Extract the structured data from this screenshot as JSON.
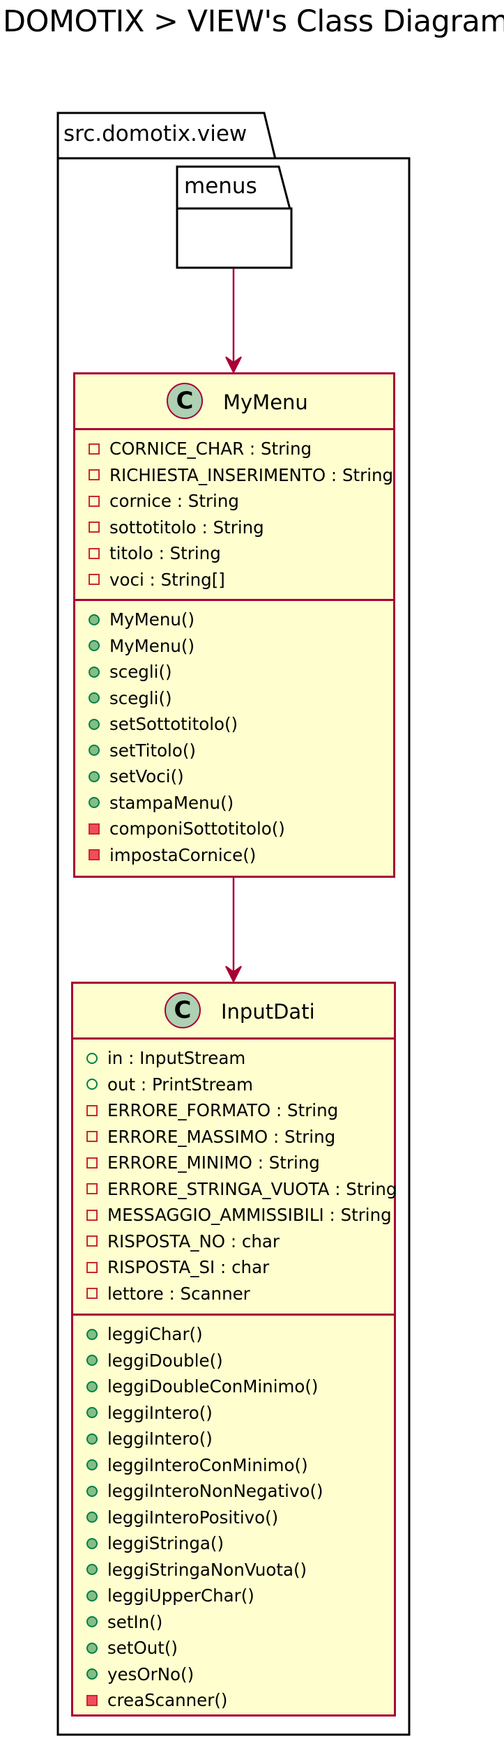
{
  "diagram": {
    "title": "DOMOTIX > VIEW's Class Diagram",
    "outer_package": {
      "name": "src.domotix.view"
    },
    "inner_package": {
      "name": "menus"
    },
    "colors": {
      "class_fill": "#FEFECE",
      "class_border": "#A80036",
      "arrow": "#A80036",
      "badge_fill": "#ADD1B2",
      "private_icon": "#C82930",
      "private_method_fill": "#F24D5C",
      "public_icon": "#038048",
      "public_method_fill": "#84BE84"
    },
    "classes": [
      {
        "name": "MyMenu",
        "badge": "C",
        "attributes": [
          {
            "visibility": "private",
            "text": "CORNICE_CHAR : String"
          },
          {
            "visibility": "private",
            "text": "RICHIESTA_INSERIMENTO : String"
          },
          {
            "visibility": "private",
            "text": "cornice : String"
          },
          {
            "visibility": "private",
            "text": "sottotitolo : String"
          },
          {
            "visibility": "private",
            "text": "titolo : String"
          },
          {
            "visibility": "private",
            "text": "voci : String[]"
          }
        ],
        "methods": [
          {
            "visibility": "public",
            "text": "MyMenu()"
          },
          {
            "visibility": "public",
            "text": "MyMenu()"
          },
          {
            "visibility": "public",
            "text": "scegli()"
          },
          {
            "visibility": "public",
            "text": "scegli()"
          },
          {
            "visibility": "public",
            "text": "setSottotitolo()"
          },
          {
            "visibility": "public",
            "text": "setTitolo()"
          },
          {
            "visibility": "public",
            "text": "setVoci()"
          },
          {
            "visibility": "public",
            "text": "stampaMenu()"
          },
          {
            "visibility": "private",
            "text": "componiSottotitolo()"
          },
          {
            "visibility": "private",
            "text": "impostaCornice()"
          }
        ]
      },
      {
        "name": "InputDati",
        "badge": "C",
        "attributes": [
          {
            "visibility": "public",
            "text": "in : InputStream"
          },
          {
            "visibility": "public",
            "text": "out : PrintStream"
          },
          {
            "visibility": "private",
            "text": "ERRORE_FORMATO : String"
          },
          {
            "visibility": "private",
            "text": "ERRORE_MASSIMO : String"
          },
          {
            "visibility": "private",
            "text": "ERRORE_MINIMO : String"
          },
          {
            "visibility": "private",
            "text": "ERRORE_STRINGA_VUOTA : String"
          },
          {
            "visibility": "private",
            "text": "MESSAGGIO_AMMISSIBILI : String"
          },
          {
            "visibility": "private",
            "text": "RISPOSTA_NO : char"
          },
          {
            "visibility": "private",
            "text": "RISPOSTA_SI : char"
          },
          {
            "visibility": "private",
            "text": "lettore : Scanner"
          }
        ],
        "methods": [
          {
            "visibility": "public",
            "text": "leggiChar()"
          },
          {
            "visibility": "public",
            "text": "leggiDouble()"
          },
          {
            "visibility": "public",
            "text": "leggiDoubleConMinimo()"
          },
          {
            "visibility": "public",
            "text": "leggiIntero()"
          },
          {
            "visibility": "public",
            "text": "leggiIntero()"
          },
          {
            "visibility": "public",
            "text": "leggiInteroConMinimo()"
          },
          {
            "visibility": "public",
            "text": "leggiInteroNonNegativo()"
          },
          {
            "visibility": "public",
            "text": "leggiInteroPositivo()"
          },
          {
            "visibility": "public",
            "text": "leggiStringa()"
          },
          {
            "visibility": "public",
            "text": "leggiStringaNonVuota()"
          },
          {
            "visibility": "public",
            "text": "leggiUpperChar()"
          },
          {
            "visibility": "public",
            "text": "setIn()"
          },
          {
            "visibility": "public",
            "text": "setOut()"
          },
          {
            "visibility": "public",
            "text": "yesOrNo()"
          },
          {
            "visibility": "private",
            "text": "creaScanner()"
          }
        ]
      }
    ],
    "relations": [
      {
        "from": "menus",
        "to": "MyMenu"
      },
      {
        "from": "MyMenu",
        "to": "InputDati"
      }
    ]
  }
}
